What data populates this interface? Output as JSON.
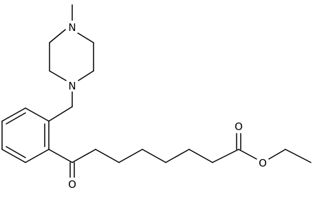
{
  "molecule": {
    "atoms": {
      "n_top": "N",
      "n_bottom": "N",
      "o_ketone": "O",
      "o_carbonyl": "O",
      "o_ester": "O"
    }
  }
}
